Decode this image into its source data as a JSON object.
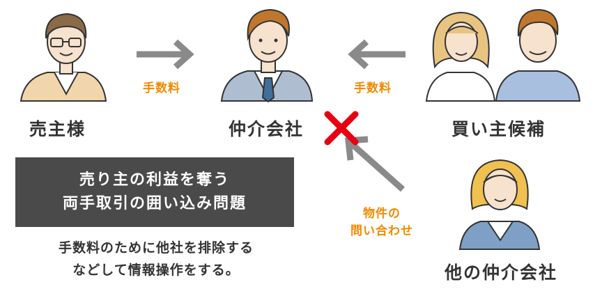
{
  "nodes": {
    "seller": "売主様",
    "agent": "仲介会社",
    "buyer": "買い主候補",
    "other_agent": "他の仲介会社"
  },
  "edges": {
    "seller_to_agent": "手数料",
    "buyer_to_agent": "手数料",
    "other_to_agent_line1": "物件の",
    "other_to_agent_line2": "問い合わせ"
  },
  "banner": {
    "line1": "売り主の利益を奪う",
    "line2": "両手取引の囲い込み問題"
  },
  "description": {
    "line1": "手数料のために他社を排除する",
    "line2": "などして情報操作をする。"
  },
  "colors": {
    "accent": "#f08a00",
    "cross": "#e60012",
    "banner_bg": "#4a4a4a",
    "arrow": "#8a8a8a"
  }
}
